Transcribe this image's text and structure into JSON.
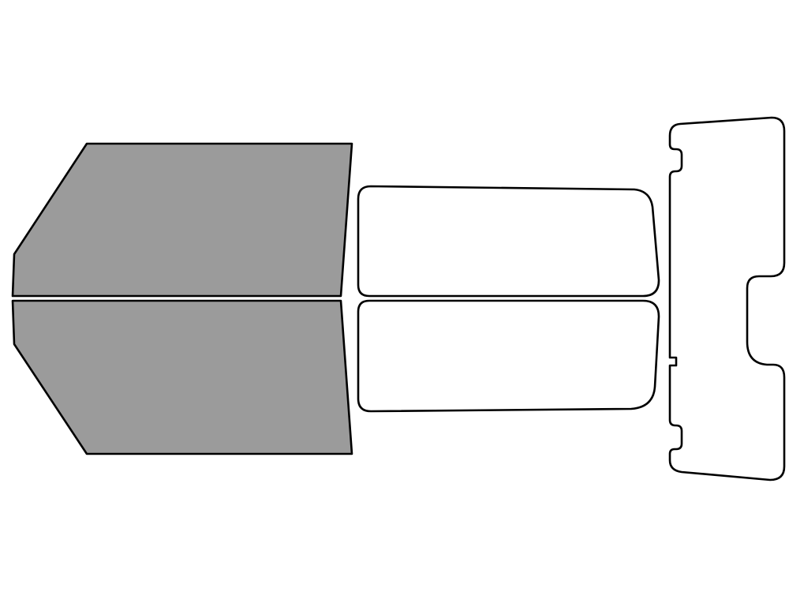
{
  "colors": {
    "background": "#ffffff",
    "outline": "#000000",
    "front_window_fill": "#9b9b9b",
    "rear_window_fill": "#ffffff",
    "back_glass_fill": "#ffffff"
  },
  "pieces": [
    {
      "id": "front-left-window",
      "shaded": true
    },
    {
      "id": "front-right-window",
      "shaded": true
    },
    {
      "id": "rear-left-window",
      "shaded": false
    },
    {
      "id": "rear-right-window",
      "shaded": false
    },
    {
      "id": "back-glass",
      "shaded": false
    }
  ]
}
